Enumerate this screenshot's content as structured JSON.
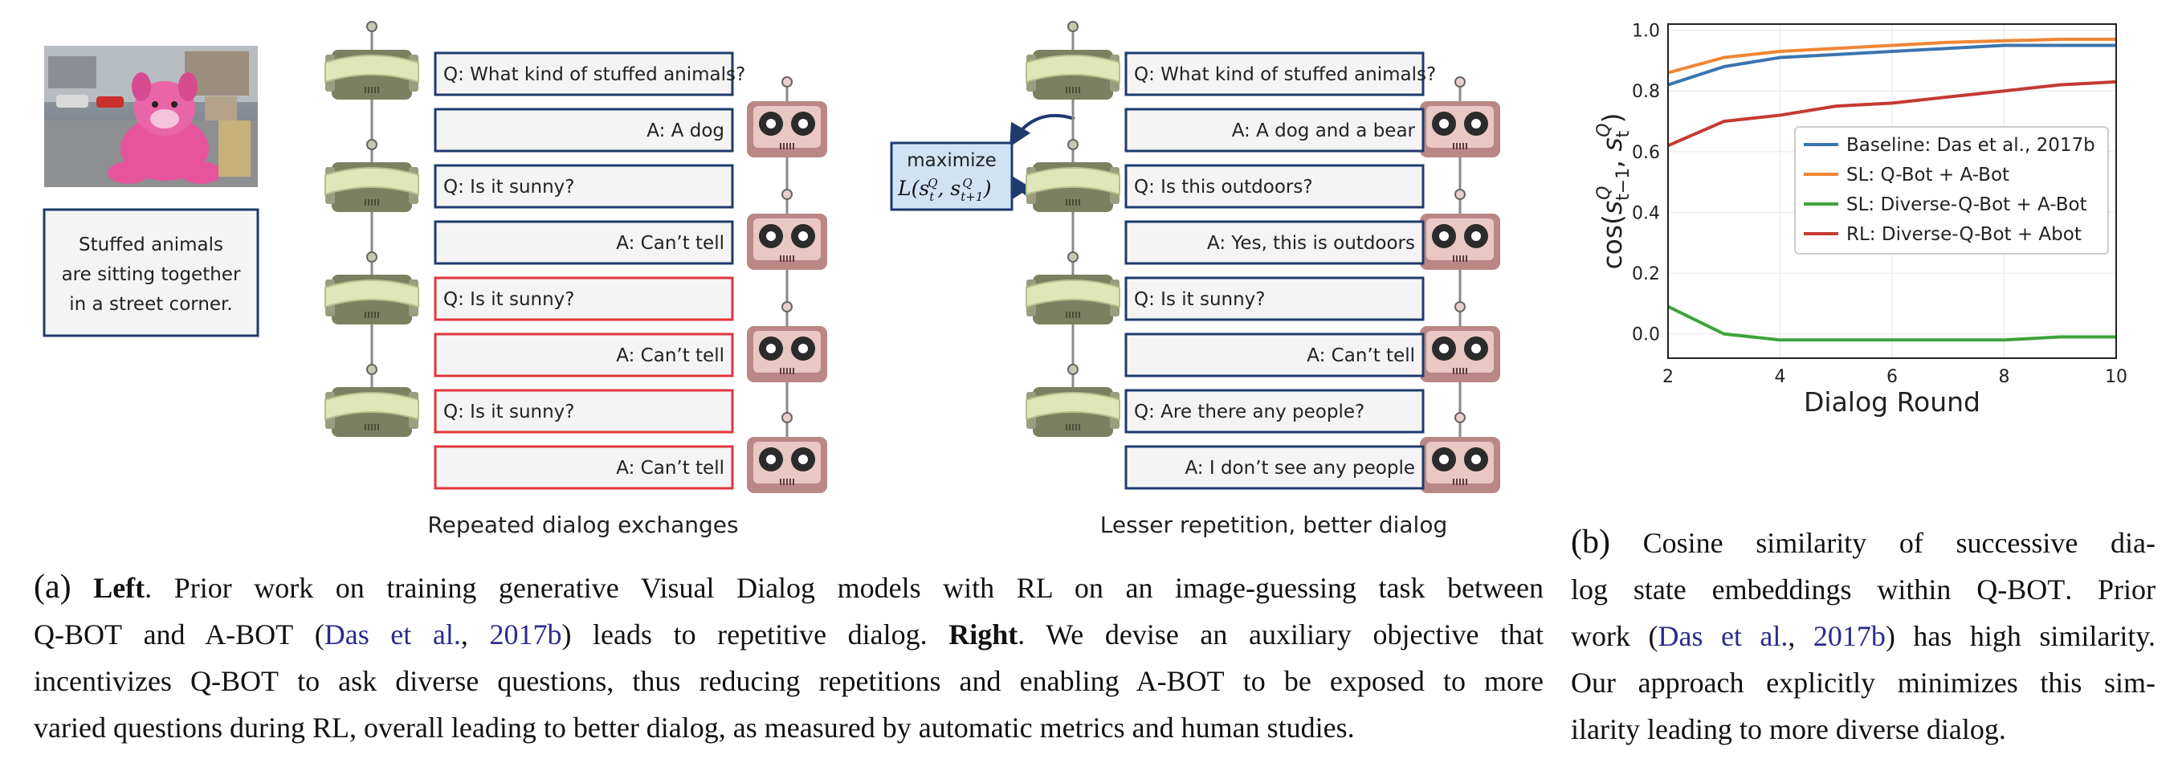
{
  "photo_caption": [
    "Stuffed animals",
    "are sitting together",
    "in a street corner."
  ],
  "left_dialog": [
    {
      "speaker": "Q",
      "text": "Q: What kind of stuffed animals?",
      "repeated": false
    },
    {
      "speaker": "A",
      "text": "A: A dog",
      "repeated": false
    },
    {
      "speaker": "Q",
      "text": "Q: Is it sunny?",
      "repeated": false
    },
    {
      "speaker": "A",
      "text": "A: Can’t tell",
      "repeated": false
    },
    {
      "speaker": "Q",
      "text": "Q: Is it sunny?",
      "repeated": true
    },
    {
      "speaker": "A",
      "text": "A: Can’t tell",
      "repeated": true
    },
    {
      "speaker": "Q",
      "text": "Q: Is it sunny?",
      "repeated": true
    },
    {
      "speaker": "A",
      "text": "A: Can’t tell",
      "repeated": true
    }
  ],
  "right_dialog": [
    {
      "speaker": "Q",
      "text": "Q: What kind of stuffed animals?"
    },
    {
      "speaker": "A",
      "text": "A: A dog and a bear"
    },
    {
      "speaker": "Q",
      "text": "Q: Is this outdoors?"
    },
    {
      "speaker": "A",
      "text": "A: Yes, this is outdoors"
    },
    {
      "speaker": "Q",
      "text": "Q: Is it sunny?"
    },
    {
      "speaker": "A",
      "text": "A: Can’t tell"
    },
    {
      "speaker": "Q",
      "text": "Q: Are there any people?"
    },
    {
      "speaker": "A",
      "text": "A: I don’t see any people"
    }
  ],
  "left_label": "Repeated dialog exchanges",
  "right_label": "Lesser repetition, better dialog",
  "objective": {
    "line1": "maximize",
    "line2": "L(s",
    "sub1": "t",
    "sup1": "Q",
    "mid": ", s",
    "sub2": "t+1",
    "sup2": "Q",
    "end": ")"
  },
  "colors": {
    "box_border": "#1f3b6e",
    "repeat_border": "#e0363d",
    "box_fill": "#f4f4f4",
    "qbot_body": "#7b8060",
    "qbot_screen": "#dfe6b8",
    "abot_body": "#b98886",
    "abot_face": "#e9c7c3",
    "objective_fill": "#cfe3f5"
  },
  "chart_data": {
    "type": "line",
    "xlabel": "Dialog Round",
    "ylabel": "cos(s_{t-1}^Q, s_t^Q)",
    "xlim": [
      2,
      10
    ],
    "ylim": [
      -0.08,
      1.02
    ],
    "xticks": [
      2,
      4,
      6,
      8,
      10
    ],
    "yticks": [
      0.0,
      0.2,
      0.4,
      0.6,
      0.8,
      1.0
    ],
    "grid": true,
    "legend": "center-right",
    "series": [
      {
        "name": "Baseline: Das et al., 2017b",
        "color": "#3b75af",
        "x": [
          2,
          3,
          4,
          5,
          6,
          7,
          8,
          9,
          10
        ],
        "values": [
          0.82,
          0.88,
          0.91,
          0.92,
          0.93,
          0.94,
          0.95,
          0.95,
          0.95
        ]
      },
      {
        "name": "SL: Q-Bot + A-Bot",
        "color": "#ef8636",
        "x": [
          2,
          3,
          4,
          5,
          6,
          7,
          8,
          9,
          10
        ],
        "values": [
          0.86,
          0.91,
          0.93,
          0.94,
          0.95,
          0.96,
          0.965,
          0.97,
          0.97
        ]
      },
      {
        "name": "SL: Diverse-Q-Bot + A-Bot",
        "color": "#3fa33c",
        "x": [
          2,
          3,
          4,
          5,
          6,
          7,
          8,
          9,
          10
        ],
        "values": [
          0.09,
          0.0,
          -0.02,
          -0.02,
          -0.02,
          -0.02,
          -0.02,
          -0.01,
          -0.01
        ]
      },
      {
        "name": "RL: Diverse-Q-Bot + Abot",
        "color": "#c53a32",
        "x": [
          2,
          3,
          4,
          5,
          6,
          7,
          8,
          9,
          10
        ],
        "values": [
          0.62,
          0.7,
          0.72,
          0.75,
          0.76,
          0.78,
          0.8,
          0.82,
          0.83
        ]
      }
    ]
  },
  "caption_a": {
    "label": "(a)",
    "lines": [
      [
        "Left",
        ". Prior work on training generative Visual Dialog models with RL on an image-guessing task between"
      ],
      [
        "Q-BOT and A-BOT (Das et al., 2017b) leads to repetitive dialog. ",
        "Right",
        ". We devise an auxiliary objective that"
      ],
      [
        "incentivizes Q-BOT to ask diverse questions, thus reducing repetitions and enabling A-BOT to be exposed to more"
      ],
      [
        "varied questions during RL, overall leading to better dialog, as measured by automatic metrics and human studies."
      ]
    ],
    "left_bold": "Left",
    "line1_rest": ". Prior work on training generative Visual Dialog models with RL on an image-guessing task between",
    "line2_a": "Q-",
    "line2_b": "BOT",
    "line2_c": " and A-",
    "line2_d": "BOT",
    "line2_e": " (",
    "cite1": "Das et al.",
    "line2_f": ", ",
    "cite2": "2017b",
    "line2_g": ") leads to repetitive dialog.  ",
    "right_bold": "Right",
    "line2_h": ".  We devise an auxiliary objective that",
    "line3_a": "incentivizes Q-",
    "line3_b": "BOT",
    "line3_c": " to ask diverse questions, thus reducing repetitions and enabling A-",
    "line3_d": "BOT",
    "line3_e": " to be exposed to more",
    "line4": "varied questions during RL, overall leading to better dialog, as measured by automatic metrics and human studies."
  },
  "caption_b": {
    "label": "(b)",
    "l1": " Cosine similarity of successive dia-",
    "l2a": "log state embeddings within Q-",
    "l2b": "BOT",
    "l2c": ".  Prior",
    "l3a": "work (",
    "cite1": "Das et al.",
    "l3b": ", ",
    "cite2": "2017b",
    "l3c": ") has high similarity.",
    "l4": "Our approach explicitly minimizes this sim-",
    "l5": "ilarity leading to more diverse dialog."
  }
}
